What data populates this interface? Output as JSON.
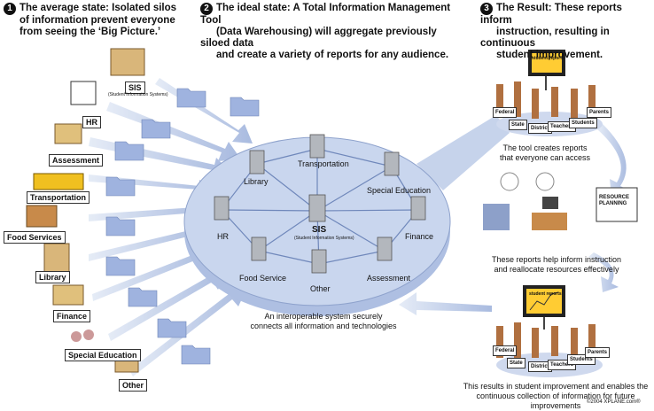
{
  "steps": [
    {
      "num": "1",
      "text_l1": "The average state: Isolated silos",
      "text_l2": "of information prevent everyone",
      "text_l3": "from seeing the ‘Big Picture.’"
    },
    {
      "num": "2",
      "text_l1": "The ideal state: A Total Information Management Tool",
      "text_l2": "(Data Warehousing) will aggregate previously siloed data",
      "text_l3": "and create a variety of reports for any audience."
    },
    {
      "num": "3",
      "text_l1": "The Result: These reports inform",
      "text_l2": "instruction, resulting in continuous",
      "text_l3": "student improvement."
    }
  ],
  "silos": [
    {
      "label": "SIS",
      "sub": "(Student Information Systems)"
    },
    {
      "label": "HR"
    },
    {
      "label": "Assessment"
    },
    {
      "label": "Transportation"
    },
    {
      "label": "Food Services"
    },
    {
      "label": "Library"
    },
    {
      "label": "Finance"
    },
    {
      "label": "Special Education"
    },
    {
      "label": "Other"
    }
  ],
  "hub": {
    "center": "SIS",
    "center_sub": "(Student Information Systems)",
    "nodes": [
      "Library",
      "Transportation",
      "Special Education",
      "HR",
      "Finance",
      "Food Service",
      "Other",
      "Assessment"
    ],
    "caption_l1": "An interoperable system securely",
    "caption_l2": "connects all information and technologies"
  },
  "result": {
    "board_title": "student reports",
    "people_top": [
      "Federal",
      "State",
      "District",
      "Teachers",
      "Students",
      "Parents"
    ],
    "caption1_l1": "The tool creates reports",
    "caption1_l2": "that everyone can access",
    "planning_sign": "RESOURCE PLANNING",
    "caption2_l1": "These reports help inform instruction",
    "caption2_l2": "and reallocate resources effectively",
    "people_bottom": [
      "Federal",
      "State",
      "District",
      "Teachers",
      "Students",
      "Parents"
    ],
    "caption3_l1": "This results in student improvement and enables the",
    "caption3_l2": "continuous collection of information for future improvements",
    "copyright": "©2004 XPLANE.com®"
  },
  "colors": {
    "hub": "#c5d3ec",
    "hub_edge": "#8ea2cc",
    "arrow": "#b6c7e6",
    "folder": "#9fb3df",
    "server": "#a9adb3"
  }
}
